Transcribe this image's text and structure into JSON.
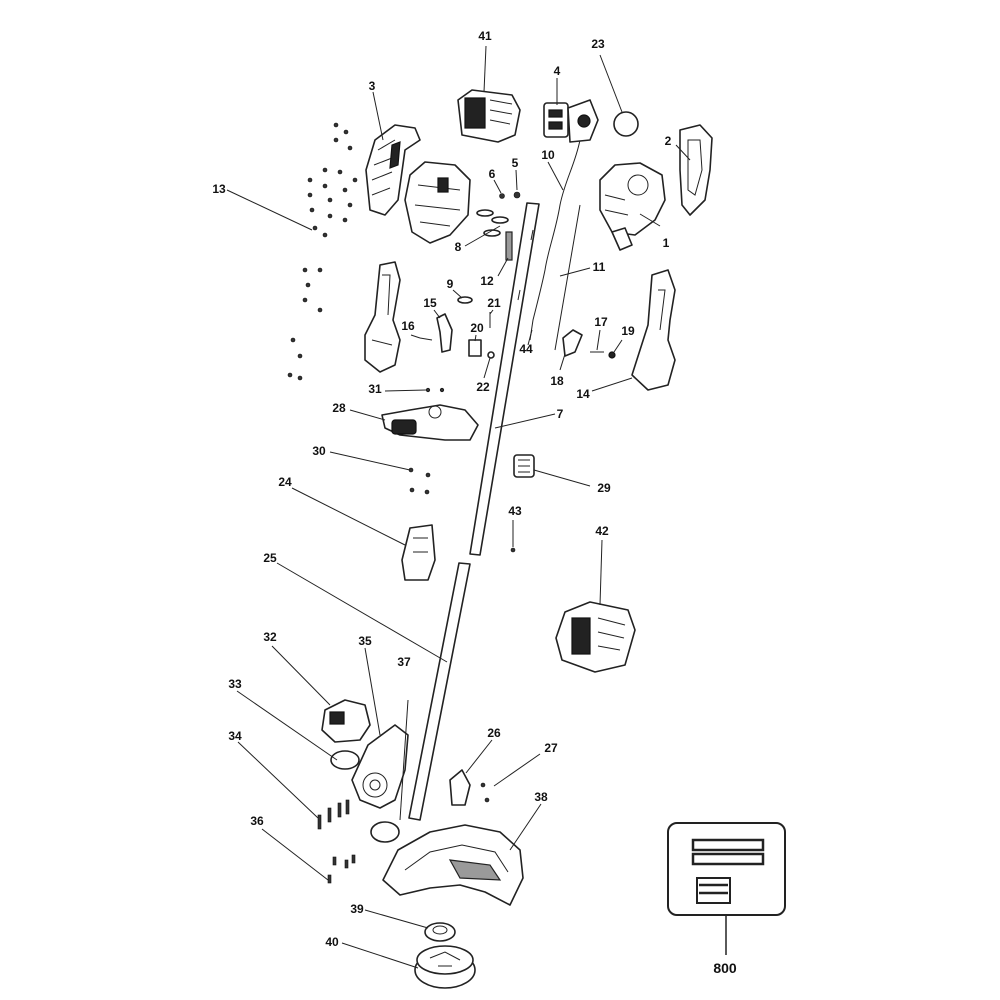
{
  "diagram": {
    "callouts": [
      "1",
      "2",
      "3",
      "4",
      "5",
      "6",
      "7",
      "8",
      "9",
      "10",
      "11",
      "12",
      "13",
      "14",
      "15",
      "16",
      "17",
      "18",
      "19",
      "20",
      "21",
      "22",
      "23",
      "24",
      "25",
      "26",
      "27",
      "28",
      "29",
      "30",
      "31",
      "32",
      "33",
      "34",
      "35",
      "36",
      "37",
      "38",
      "39",
      "40",
      "41",
      "42",
      "43",
      "44"
    ],
    "label_box_number": "800"
  }
}
